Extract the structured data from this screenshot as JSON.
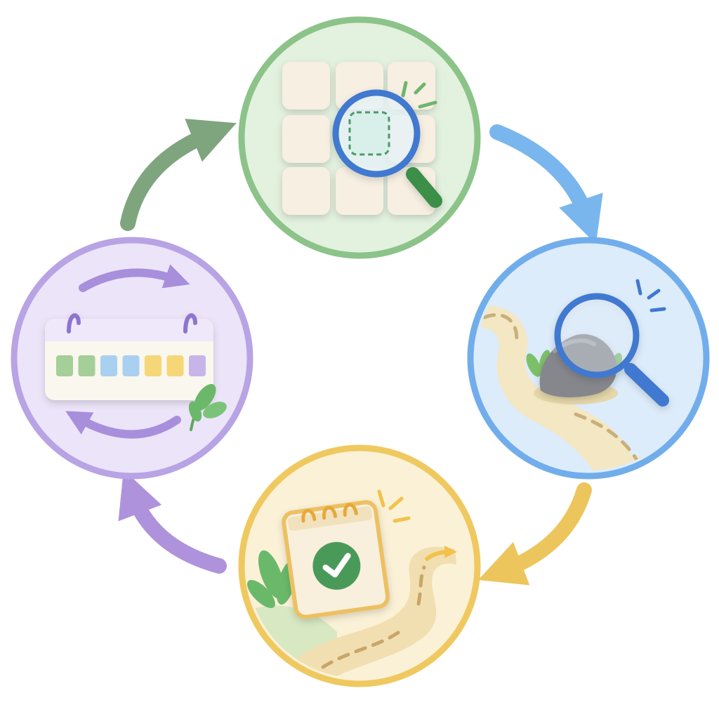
{
  "diagram": {
    "type": "cycle",
    "direction": "clockwise",
    "steps": [
      {
        "id": "spot-gaps",
        "icon": "grid-magnifier-icon",
        "color": "#7dbb7b",
        "fill": "#e3f1df"
      },
      {
        "id": "find-obstacle",
        "icon": "path-rock-magnifier-icon",
        "color": "#6aa6e6",
        "fill": "#dcecfb"
      },
      {
        "id": "plan-on-calendar",
        "icon": "calendar-check-path-icon",
        "color": "#ecc65c",
        "fill": "#fbf1d6"
      },
      {
        "id": "repeat-routine",
        "icon": "calendar-refresh-icon",
        "color": "#b39ddf",
        "fill": "#ece4f8"
      }
    ],
    "arrows": [
      {
        "from": "repeat-routine",
        "to": "spot-gaps",
        "color": "#7fa57e"
      },
      {
        "from": "spot-gaps",
        "to": "find-obstacle",
        "color": "#7ab6ee"
      },
      {
        "from": "find-obstacle",
        "to": "plan-on-calendar",
        "color": "#ecc65c"
      },
      {
        "from": "plan-on-calendar",
        "to": "repeat-routine",
        "color": "#ae93dc"
      }
    ],
    "week_cells": [
      "#a4cf98",
      "#a4cf98",
      "#a9d0f0",
      "#a9d0f0",
      "#f5d778",
      "#f5d778",
      "#c7b5ea"
    ]
  }
}
